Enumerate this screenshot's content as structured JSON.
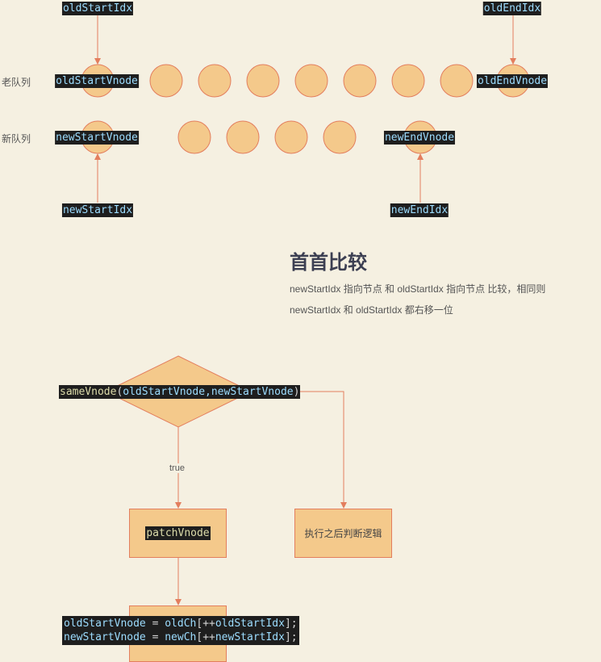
{
  "pointers": {
    "old_start_idx": "oldStartIdx",
    "old_end_idx": "oldEndIdx",
    "new_start_idx": "newStartIdx",
    "new_end_idx": "newEndIdx"
  },
  "queues": {
    "old_label": "老队列",
    "new_label": "新队列",
    "old_start_vnode": "oldStartVnode",
    "old_end_vnode": "oldEndVnode",
    "new_start_vnode": "newStartVnode",
    "new_end_vnode": "newEndVnode"
  },
  "heading": "首首比较",
  "description": [
    "newStartIdx 指向节点 和 oldStartIdx 指向节点 比较，相同则",
    "newStartIdx 和 oldStartIdx  都右移一位"
  ],
  "flow": {
    "condition_fn": "sameVnode",
    "condition_args": "oldStartVnode,newStartVnode",
    "true_label": "true",
    "patch": "patchVnode",
    "else_box": "执行之后判断逻辑",
    "assign_1_lhs": "oldStartVnode",
    "assign_1_rhs": "oldCh",
    "assign_1_idx": "oldStartIdx",
    "assign_2_lhs": "newStartVnode",
    "assign_2_rhs": "newCh",
    "assign_2_idx": "newStartIdx"
  },
  "colors": {
    "background": "#f5f0e1",
    "node_fill": "#f4c98b",
    "node_stroke": "#e37e5e",
    "code_bg": "#1e1e1e",
    "code_text": "#9cdcfe",
    "fn_text": "#dcdcaa"
  }
}
